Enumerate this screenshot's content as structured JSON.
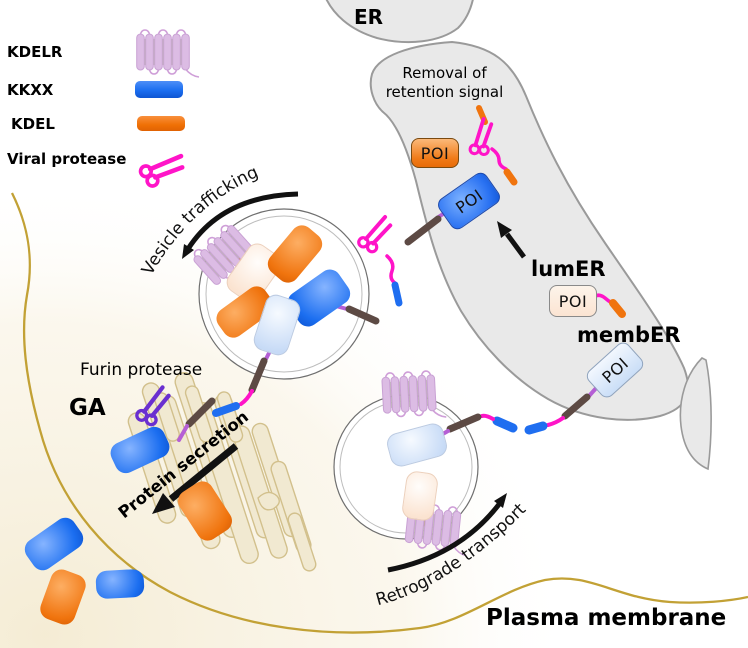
{
  "legend": {
    "items": [
      {
        "id": "kdelr",
        "label": "KDELR"
      },
      {
        "id": "kkxx",
        "label": "KKXX"
      },
      {
        "id": "kdel",
        "label": "KDEL"
      },
      {
        "id": "viral_protease",
        "label": "Viral protease"
      }
    ]
  },
  "compartments": {
    "er_label": "ER",
    "ga_label": "GA",
    "lumer_label": "lumER",
    "member_label": "membER",
    "plasma_membrane_label": "Plasma membrane"
  },
  "annotations": {
    "removal_line1": "Removal of",
    "removal_line2": "retention signal",
    "vesicle_trafficking": "Vesicle trafficking",
    "retrograde_transport": "Retrograde transport",
    "protein_secretion": "Protein secretion",
    "furin_protease": "Furin protease"
  },
  "tags": {
    "poi": "POI"
  },
  "colors": {
    "kdelr_lilac": "#dcbce4",
    "kkxx_blue": "#1f6ef0",
    "kdel_orange": "#f0740e",
    "viral_protease_magenta": "#ff14c8",
    "furin_protease_purple": "#6a2fd0",
    "membrane_gold": "#c2a135",
    "er_gray": "#e9e9e9",
    "tm_domain_brown": "#5d4a44",
    "linker_purple": "#b55fd5",
    "arrow_black": "#111111"
  }
}
